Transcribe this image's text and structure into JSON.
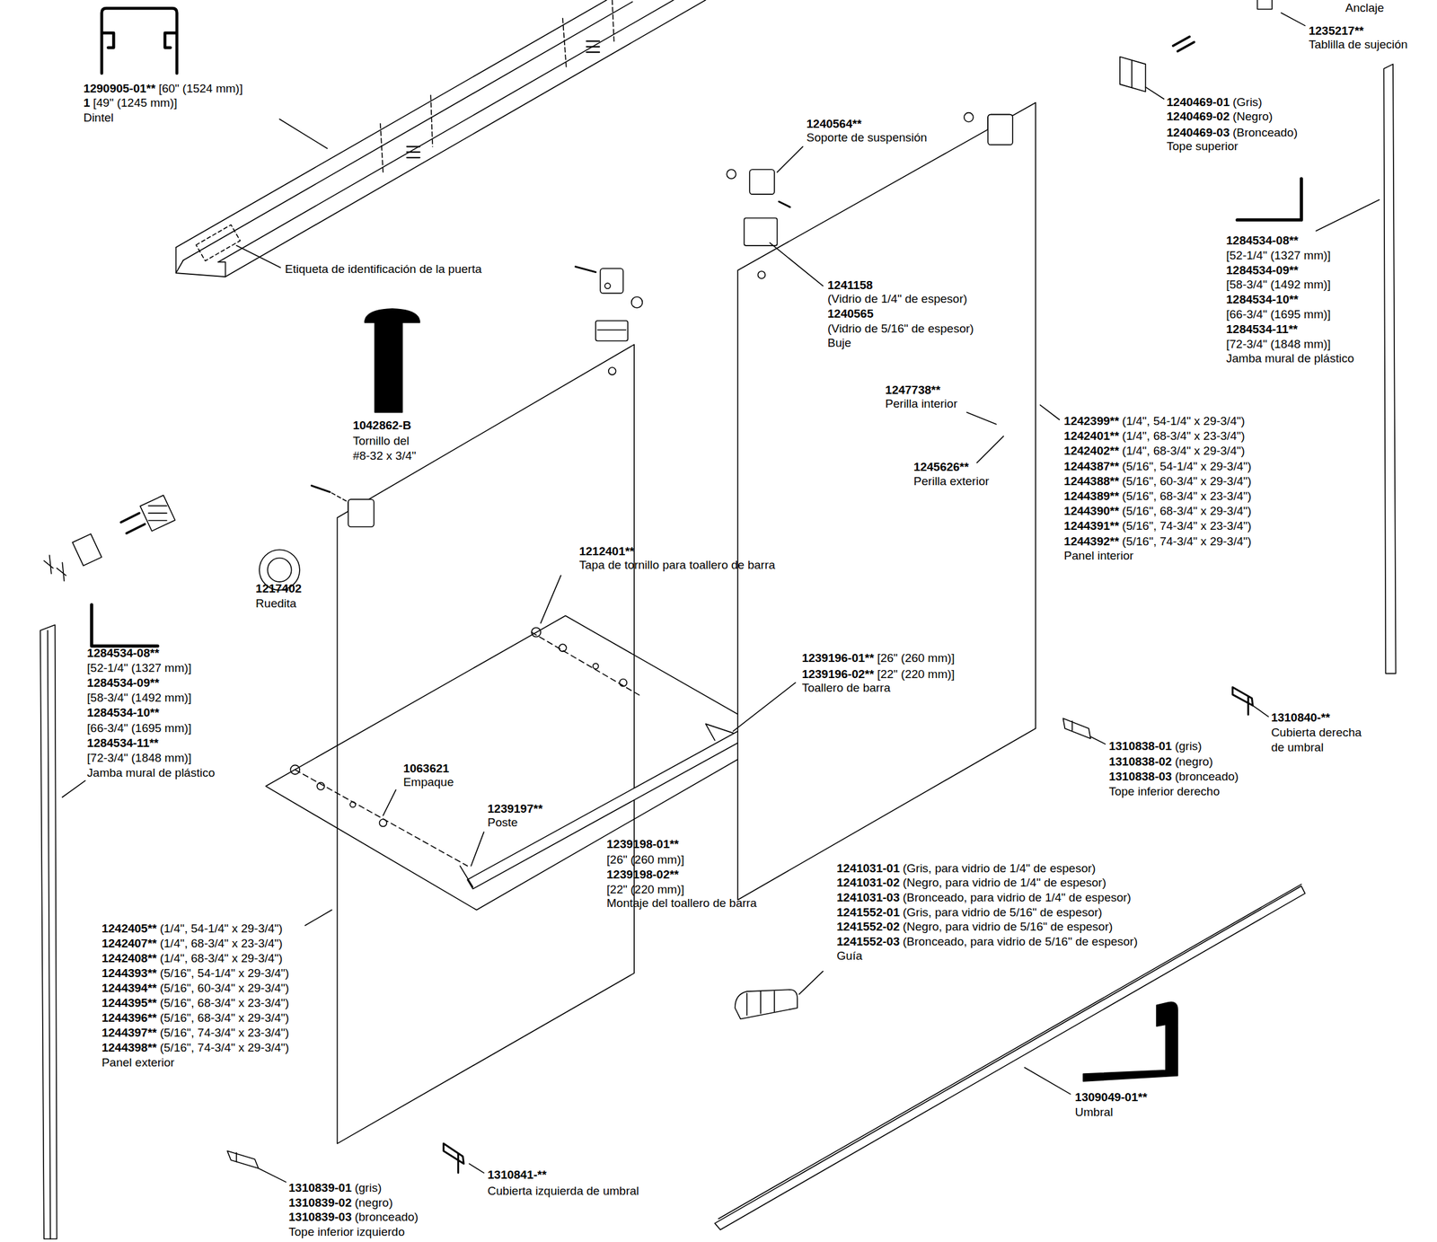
{
  "diagram": {
    "labels": [
      "1290905-01**",
      "[60\" (1524 mm)]",
      "1",
      "[49\" (1245 mm)]",
      "Dintel",
      "Etiqueta de identificación de la puerta",
      "1042862-B",
      "Tornillo del",
      "#8-32 x 3/4\"",
      "1217402",
      "Ruedita",
      "1284534-08**",
      "[52-1/4\" (1327 mm)]",
      "1284534-09**",
      "[58-3/4\" (1492 mm)]",
      "1284534-10**",
      "[66-3/4\" (1695 mm)]",
      "1284534-11**",
      "[72-3/4\" (1848 mm)]",
      "Jamba mural de plástico",
      "1212401**",
      "Tapa de tornillo para toallero de barra",
      "1239196-01**",
      "[26\" (260 mm)]",
      "1239196-02**",
      "[22\" (220 mm)]",
      "Toallero de barra",
      "1063621",
      "Empaque",
      "1239197**",
      "Poste",
      "1239198-01**",
      "[26\" (260 mm)]",
      "1239198-02**",
      "[22\" (220 mm)]",
      "Montaje del toallero de barra",
      "1242405**",
      "(1/4\", 54-1/4\" x 29-3/4\")",
      "1242407**",
      "(1/4\", 68-3/4\" x 23-3/4\")",
      "1242408**",
      "(1/4\", 68-3/4\" x 29-3/4\")",
      "1244393**",
      "(5/16\", 54-1/4\" x 29-3/4\")",
      "1244394**",
      "(5/16\", 60-3/4\" x 29-3/4\")",
      "1244395**",
      "(5/16\", 68-3/4\" x 23-3/4\")",
      "1244396**",
      "(5/16\", 68-3/4\" x 29-3/4\")",
      "1244397**",
      "(5/16\", 74-3/4\" x 23-3/4\")",
      "1244398**",
      "(5/16\", 74-3/4\" x 29-3/4\")",
      "Panel exterior",
      "1310839-01",
      "(gris)",
      "1310839-02",
      "(negro)",
      "1310839-03",
      "(bronceado)",
      "Tope inferior izquierdo",
      "1310841-**",
      "Cubierta izquierda de umbral",
      "Anclaje",
      "1235217**",
      "Tablilla de sujeción",
      "1240469-01",
      "(Gris)",
      "1240469-02",
      "(Negro)",
      "1240469-03",
      "(Bronceado)",
      "Tope superior",
      "1240564**",
      "Soporte de suspensión",
      "1241158",
      "(Vidrio de 1/4\" de espesor)",
      "1240565",
      "(Vidrio de 5/16\" de espesor)",
      "Buje",
      "1284534-08**",
      "[52-1/4\" (1327 mm)]",
      "1284534-09**",
      "[58-3/4\" (1492 mm)]",
      "1284534-10**",
      "[66-3/4\" (1695 mm)]",
      "1284534-11**",
      "[72-3/4\" (1848 mm)]",
      "Jamba mural de plástico",
      "1247738**",
      "Perilla interior",
      "1245626**",
      "Perilla exterior",
      "1242399**",
      "(1/4\", 54-1/4\" x 29-3/4\")",
      "1242401**",
      "(1/4\", 68-3/4\" x 23-3/4\")",
      "1242402**",
      "(1/4\", 68-3/4\" x 29-3/4\")",
      "1244387**",
      "(5/16\", 54-1/4\" x 29-3/4\")",
      "1244388**",
      "(5/16\", 60-3/4\" x 29-3/4\")",
      "1244389**",
      "(5/16\", 68-3/4\" x 23-3/4\")",
      "1244390**",
      "(5/16\", 68-3/4\" x 29-3/4\")",
      "1244391**",
      "(5/16\", 74-3/4\" x 23-3/4\")",
      "1244392**",
      "(5/16\", 74-3/4\" x 29-3/4\")",
      "Panel interior",
      "1310840-**",
      "Cubierta derecha",
      "de umbral",
      "1310838-01",
      "(gris)",
      "1310838-02",
      "(negro)",
      "1310838-03",
      "(bronceado)",
      "Tope inferior derecho",
      "1241031-01",
      "(Gris, para vidrio de 1/4\" de espesor)",
      "1241031-02",
      "(Negro, para vidrio de 1/4\" de espesor)",
      "1241031-03",
      "(Bronceado, para vidrio de 1/4\" de espesor)",
      "1241552-01",
      "(Gris, para vidrio de 5/16\" de espesor)",
      "1241552-02",
      "(Negro, para vidrio de 5/16\" de espesor)",
      "1241552-03",
      "(Bronceado, para vidrio de 5/16\" de espesor)",
      "Guía",
      "1309049-01**",
      "Umbral"
    ]
  }
}
